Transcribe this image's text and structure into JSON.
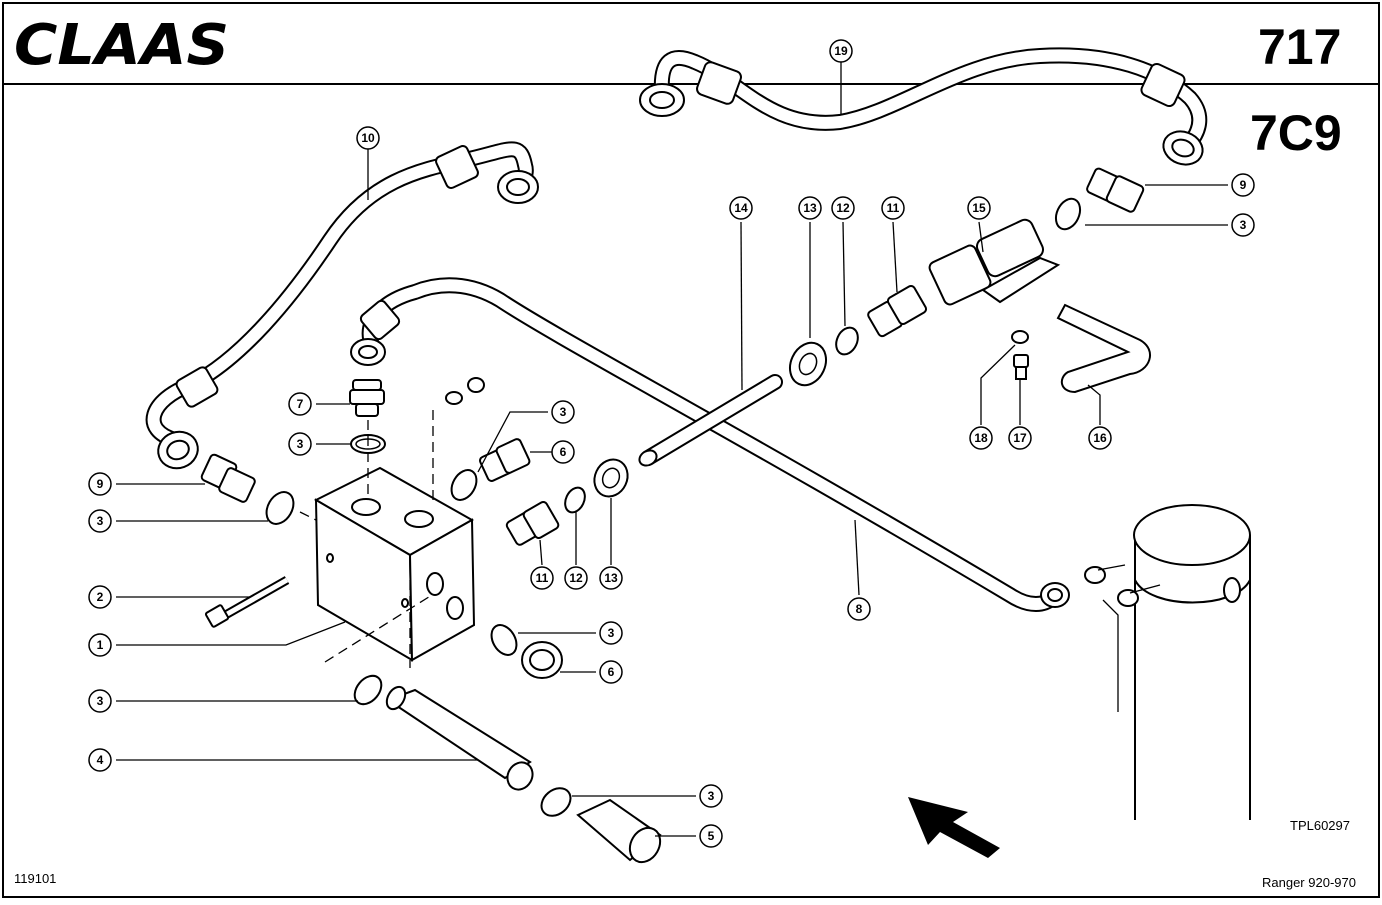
{
  "header": {
    "brand": "CLAAS",
    "page_number": "717",
    "section_code": "7C9"
  },
  "footer": {
    "drawing_ref": "TPL60297",
    "date_code": "119101",
    "model_range": "Ranger 920-970"
  },
  "callouts": {
    "c1": "1",
    "c2": "2",
    "c3a": "3",
    "c3b": "3",
    "c3c": "3",
    "c3d": "3",
    "c3e": "3",
    "c3f": "3",
    "c3g": "3",
    "c4": "4",
    "c5": "5",
    "c6a": "6",
    "c6b": "6",
    "c7": "7",
    "c8": "8",
    "c9a": "9",
    "c9b": "9",
    "c10": "10",
    "c11a": "11",
    "c11b": "11",
    "c12a": "12",
    "c12b": "12",
    "c13a": "13",
    "c13b": "13",
    "c14": "14",
    "c15": "15",
    "c16": "16",
    "c17": "17",
    "c18": "18",
    "c19": "19"
  }
}
